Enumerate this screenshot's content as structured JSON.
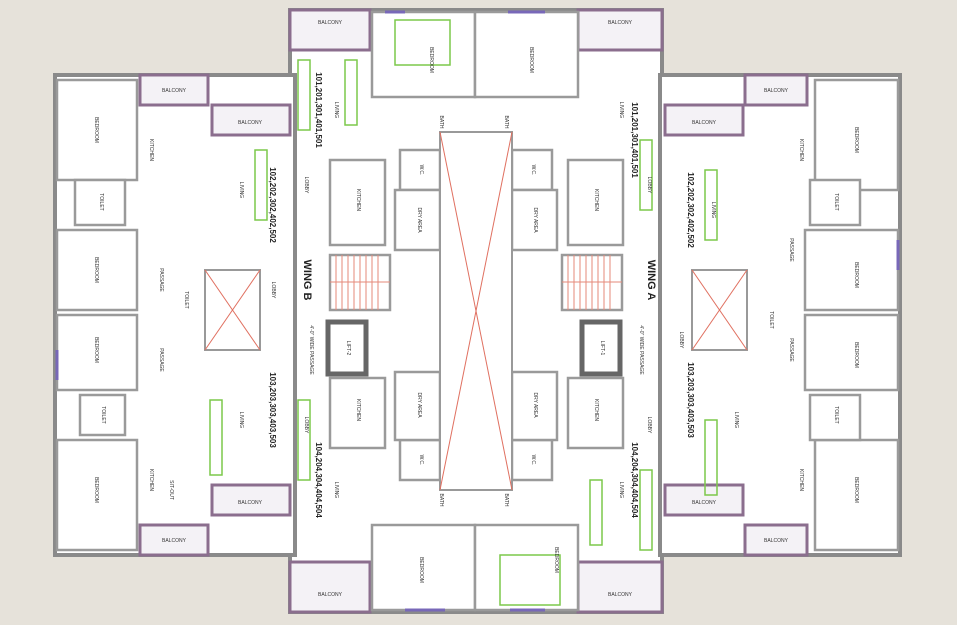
{
  "plan": {
    "wings": [
      "WING A",
      "WING B"
    ],
    "units": {
      "u101": "101,201,301,401,501",
      "u102": "102,202,302,402,502",
      "u103": "103,203,303,403,503",
      "u104": "104,204,304,404,504"
    },
    "rooms": {
      "balcony": "BALCONY",
      "bedroom": "BEDROOM",
      "living": "LIVING",
      "kitchen": "KITCHEN",
      "toilet": "TOILET",
      "bath": "BATH",
      "lobby": "LOBBY",
      "dry_area": "DRY AREA",
      "passage": "PASSAGE",
      "wc": "W.C.",
      "lift1": "LIFT-1",
      "lift2": "LIFT-2",
      "wide_passage": "4'-0\" WIDE PASSAGE",
      "sitout": "SIT-OUT"
    }
  }
}
